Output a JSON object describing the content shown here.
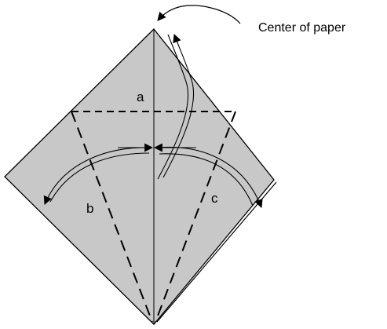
{
  "diagram": {
    "labels": {
      "callout": "Center of paper",
      "a": "a",
      "b": "b",
      "c": "c"
    },
    "colors": {
      "paper": "#c8c8c8",
      "line": "#000000",
      "background": "#ffffff"
    },
    "icons": {
      "fold_arrow": "curved-double-line-arrow",
      "pointer_arrow": "curved-pointer-arrow"
    }
  }
}
